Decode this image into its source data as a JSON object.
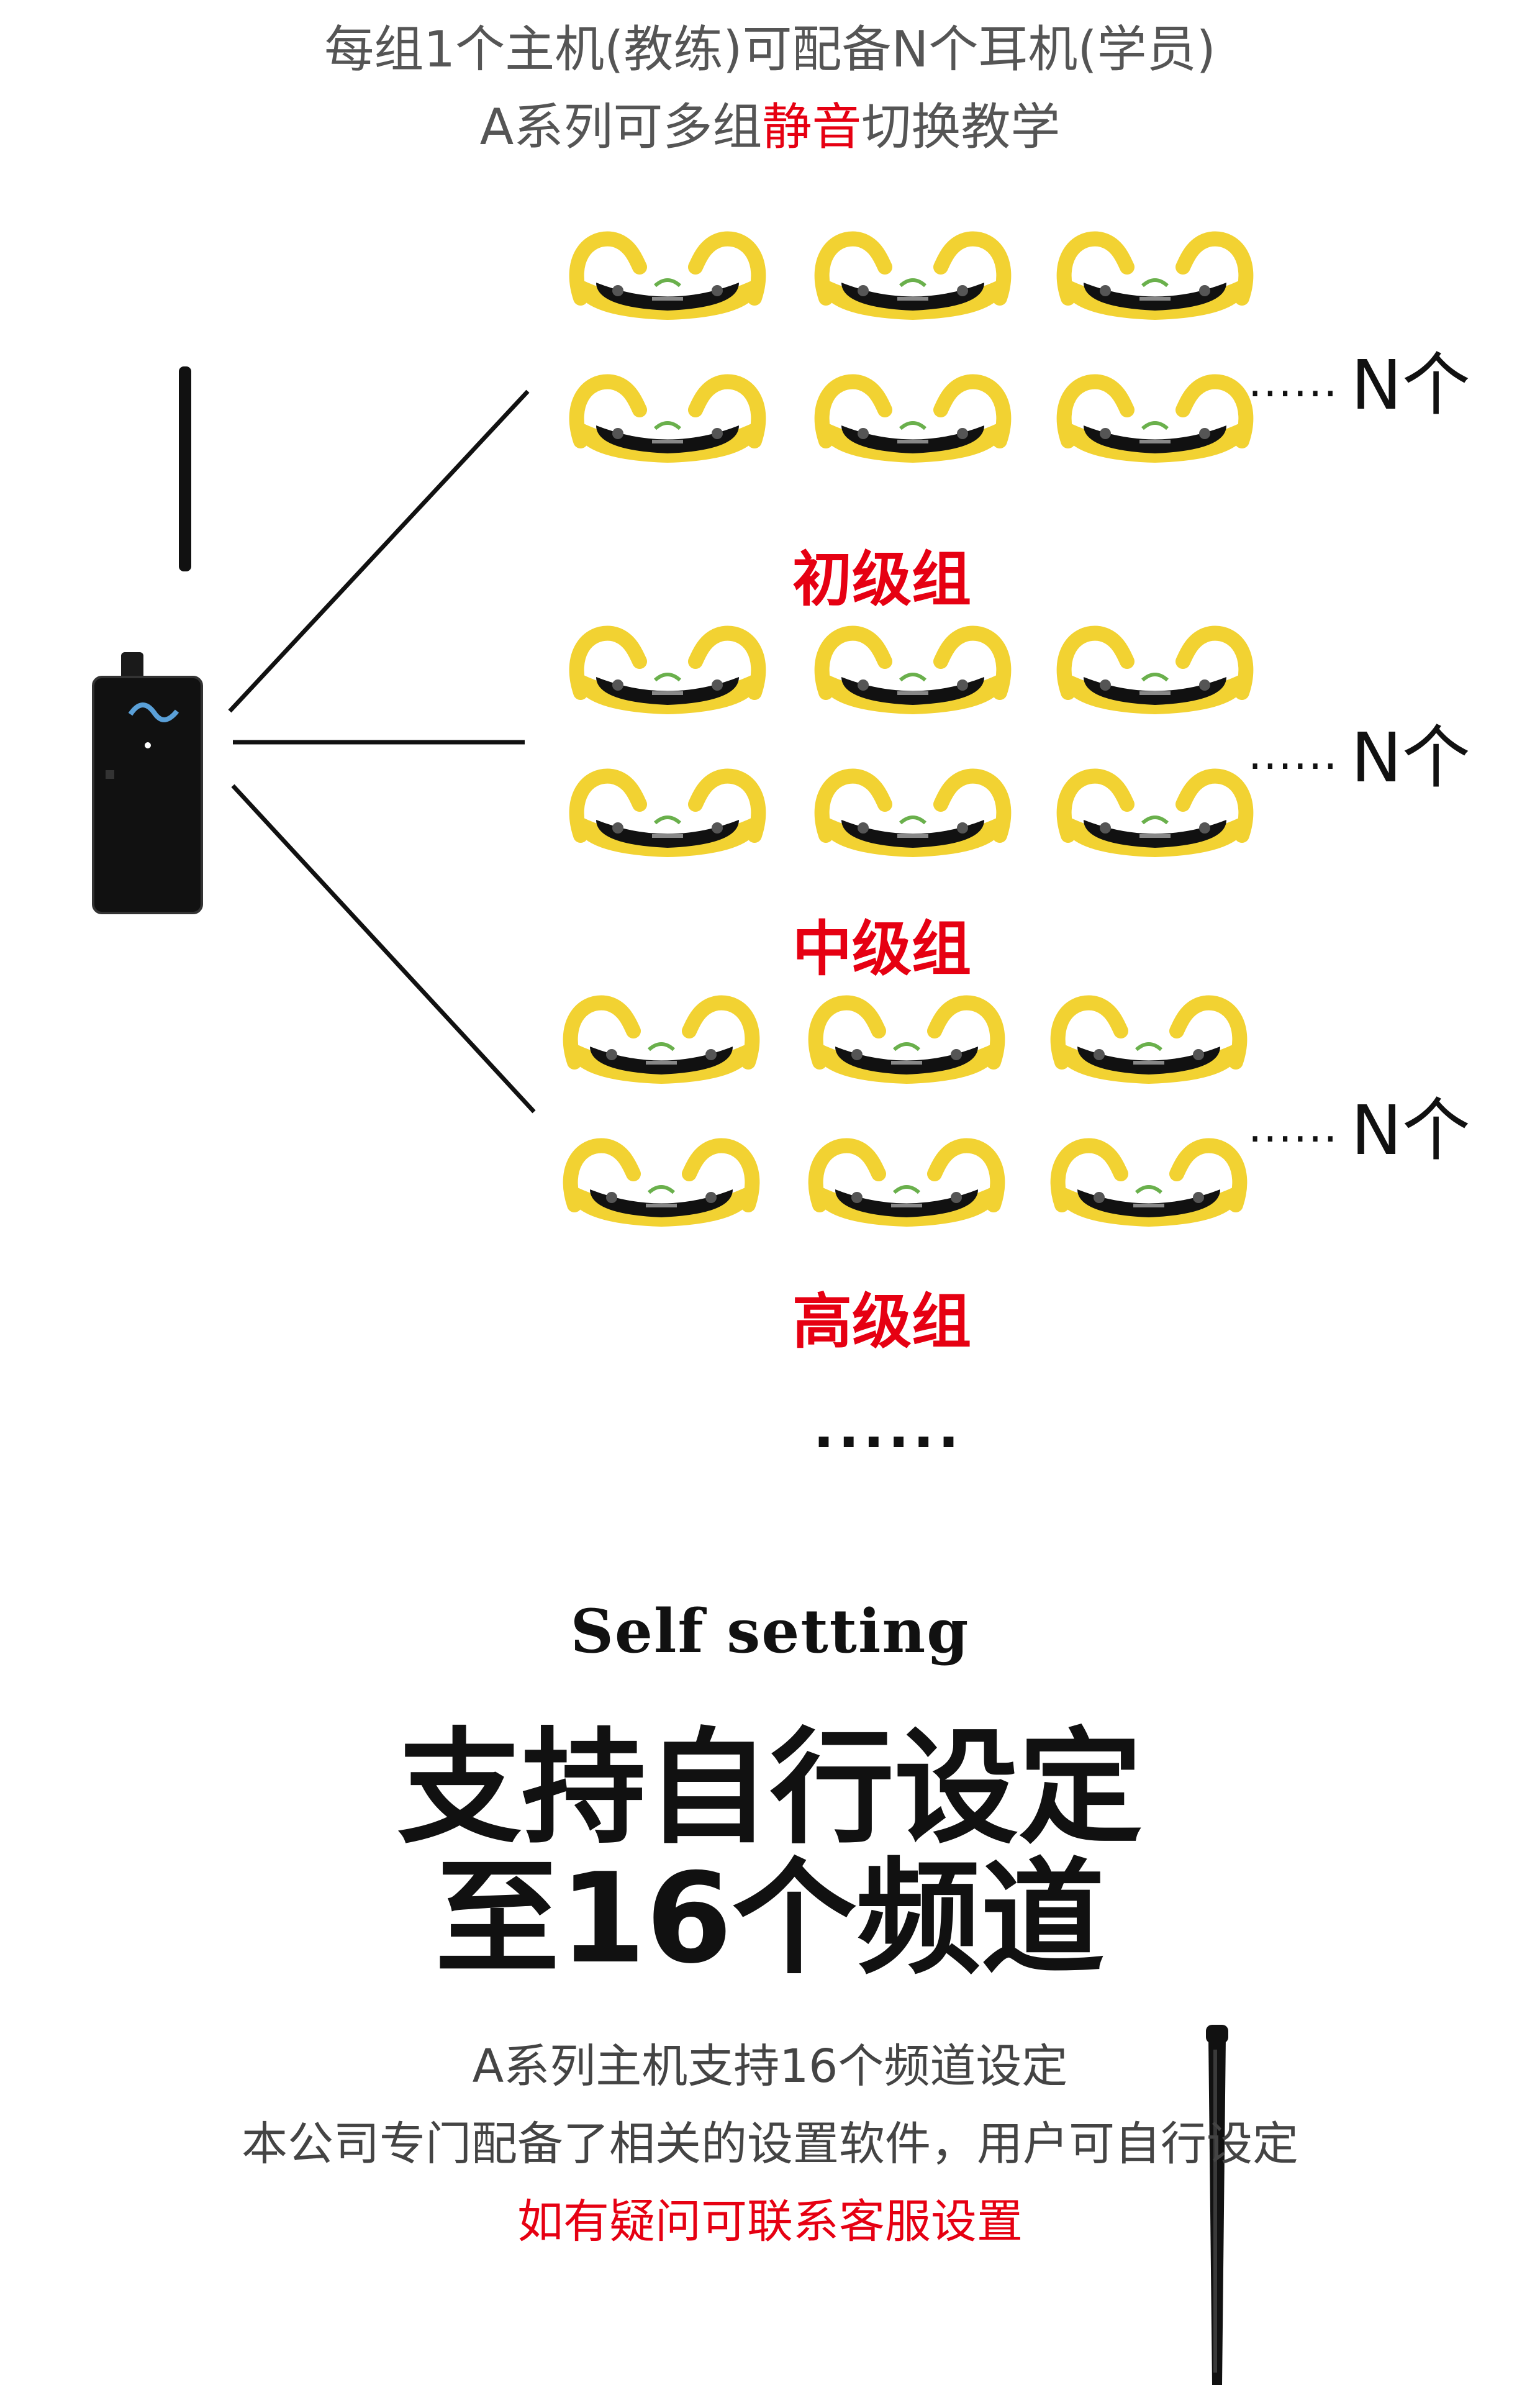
{
  "intro": {
    "line1": "每组1个主机(教练)可配备N个耳机(学员)",
    "line2_prefix": "A系列可多组",
    "line2_highlight": "静音",
    "line2_suffix": "切换教学"
  },
  "groups": [
    {
      "label": "初级组",
      "count_label": "N个"
    },
    {
      "label": "中级组",
      "count_label": "N个"
    },
    {
      "label": "高级组",
      "count_label": "N个"
    }
  ],
  "count_dots": "······",
  "more_groups": "······",
  "section": {
    "english_title": "Self setting",
    "title_line1": "支持自行设定",
    "title_line2": "至16个频道",
    "desc_line1": "A系列主机支持16个频道设定",
    "desc_line2": "本公司专门配备了相关的设置软件，用户可自行设定",
    "desc_line3": "如有疑问可联系客服设置"
  },
  "colors": {
    "accent_red": "#e60012",
    "headset_yellow": "#f2d232",
    "device_black": "#111111"
  },
  "icons": {
    "transmitter": "walkie-talkie-transmitter-icon",
    "receiver": "bone-conduction-headset-icon",
    "antenna": "antenna-icon"
  }
}
